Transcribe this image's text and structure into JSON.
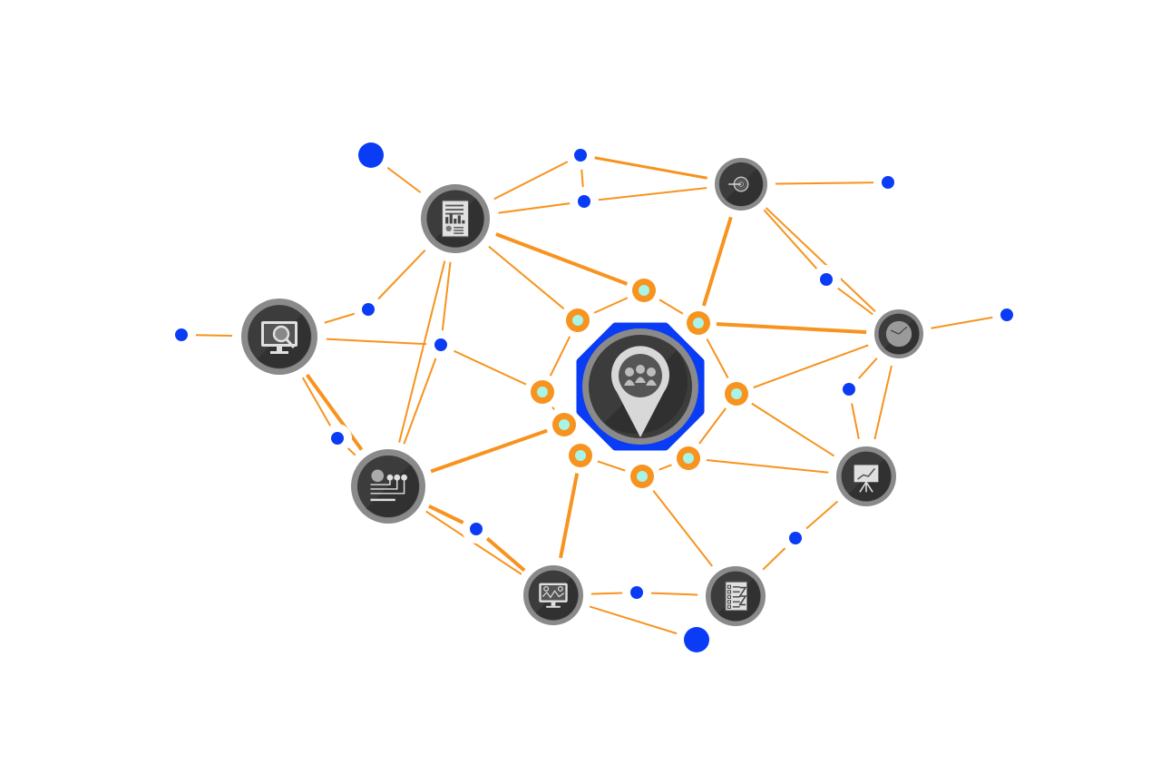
{
  "colors": {
    "background": "#ffffff",
    "link": "#f7931e",
    "blue_dot": "#0a3cf5",
    "orange_ring": "#f7931e",
    "ring_core": "#a8f5e8",
    "node_outer": "#8a8a8a",
    "node_inner": "#3c3c3c",
    "icon_light": "#e0e0e0",
    "hub_halo": "#0a3cf5"
  },
  "hub": {
    "name": "central-hub",
    "icon": "map-pin-people-icon"
  },
  "nodes": [
    {
      "name": "report-document-node",
      "icon": "report-document-icon"
    },
    {
      "name": "target-node",
      "icon": "target-icon"
    },
    {
      "name": "monitor-search-node",
      "icon": "monitor-search-icon"
    },
    {
      "name": "clock-node",
      "icon": "clock-icon"
    },
    {
      "name": "network-tree-node",
      "icon": "network-tree-icon"
    },
    {
      "name": "presentation-chart-node",
      "icon": "presentation-chart-icon"
    },
    {
      "name": "dashboard-monitor-node",
      "icon": "dashboard-monitor-icon"
    },
    {
      "name": "checklist-node",
      "icon": "checklist-icon"
    }
  ],
  "ring_count": 9,
  "blue_dot_count": 15
}
